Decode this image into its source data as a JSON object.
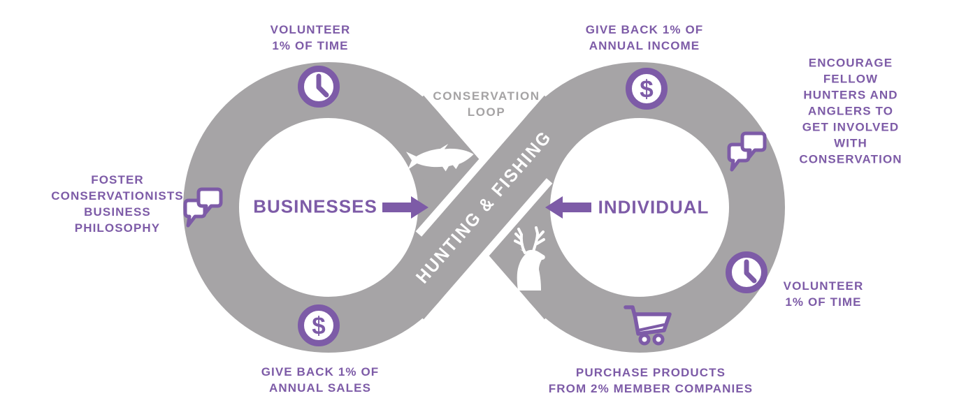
{
  "colors": {
    "band_gray": "#a6a4a6",
    "accent_purple": "#7d5ba7",
    "title_gray": "#a5a3a4",
    "background": "#ffffff"
  },
  "center": {
    "loop_title": "CONSERVATION\nLOOP",
    "band_label": "HUNTING & FISHING",
    "band_icons": [
      "fish-icon",
      "deer-icon"
    ]
  },
  "glyphs": {
    "dollar": "$"
  },
  "businesses": {
    "label": "BUSINESSES",
    "arrow": "arrow-right-icon",
    "items": [
      {
        "id": "volunteer-time",
        "icon": "clock-icon",
        "label": "VOLUNTEER\n1% OF TIME"
      },
      {
        "id": "foster-philosophy",
        "icon": "speech-bubbles-icon",
        "label": "FOSTER\nCONSERVATIONISTS\nBUSINESS\nPHILOSOPHY"
      },
      {
        "id": "give-back-sales",
        "icon": "dollar-icon",
        "label": "GIVE BACK 1% OF\nANNUAL SALES"
      }
    ]
  },
  "individual": {
    "label": "INDIVIDUAL",
    "arrow": "arrow-left-icon",
    "items": [
      {
        "id": "give-back-income",
        "icon": "dollar-icon",
        "label": "GIVE BACK 1% OF\nANNUAL INCOME"
      },
      {
        "id": "encourage-fellow",
        "icon": "speech-bubbles-icon",
        "label": "ENCOURAGE FELLOW\nHUNTERS AND\nANGLERS TO\nGET INVOLVED WITH\nCONSERVATION"
      },
      {
        "id": "volunteer-time",
        "icon": "clock-icon",
        "label": "VOLUNTEER\n1% OF TIME"
      },
      {
        "id": "purchase-products",
        "icon": "cart-icon",
        "label": "PURCHASE PRODUCTS\nFROM 2% MEMBER COMPANIES"
      }
    ]
  }
}
